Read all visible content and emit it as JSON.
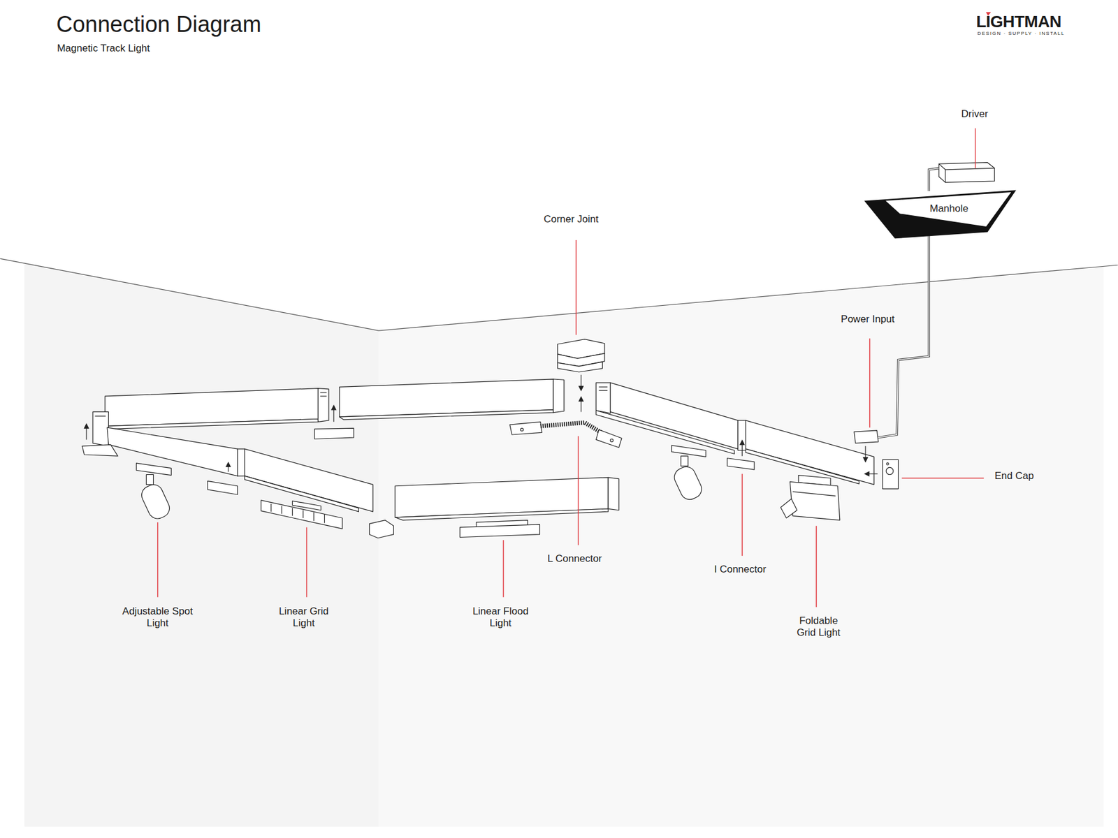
{
  "diagram": {
    "title": "Connection Diagram",
    "nodes": [
      {
        "text": [
          "Manhole"
        ]
      }
    ],
    "labels": [
      "Magnetic Track Light",
      "LIGHTMAN",
      "DESIGN · SUPPLY · INSTALL",
      "Driver",
      "Corner Joint",
      "Power Input",
      "End Cap",
      "L Connector",
      "I Connector",
      "Adjustable Spot Light",
      "Linear Grid Light",
      "Linear Flood Light",
      "Foldable Grid Light"
    ]
  }
}
